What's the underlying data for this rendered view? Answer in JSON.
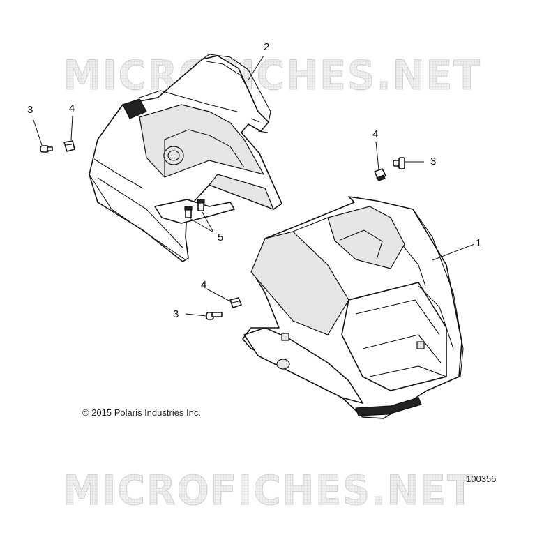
{
  "watermark": {
    "text": "MICROFICHES.NET"
  },
  "copyright": "© 2015 Polaris Industries Inc.",
  "diagram_id": "100356",
  "callouts": [
    {
      "id": "c1",
      "label": "1"
    },
    {
      "id": "c2",
      "label": "2"
    },
    {
      "id": "c3a",
      "label": "3"
    },
    {
      "id": "c4a",
      "label": "4"
    },
    {
      "id": "c4b",
      "label": "4"
    },
    {
      "id": "c3b",
      "label": "3"
    },
    {
      "id": "c5",
      "label": "5"
    },
    {
      "id": "c4c",
      "label": "4"
    },
    {
      "id": "c3c",
      "label": "3"
    }
  ]
}
